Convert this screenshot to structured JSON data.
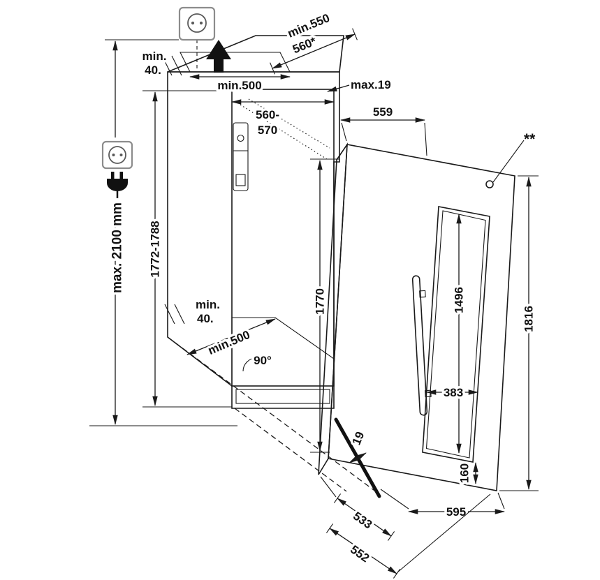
{
  "diagram": {
    "type": "appliance installation dimension drawing",
    "units": "mm",
    "niche": {
      "max_height": "max. 2100 mm",
      "height": "1772-1788",
      "width_line1": "560-",
      "width_line2": "570",
      "depth": "min.550",
      "depth_alt": "560*",
      "top_gap_line1": "min.",
      "top_gap_line2": "40.",
      "vent_width": "min.500",
      "floor_gap_line1": "min.",
      "floor_gap_line2": "40.",
      "floor_depth": "min.500",
      "right_angle": "90°",
      "front_panel_thickness": "max.19"
    },
    "appliance": {
      "height": "1770",
      "door_height": "1816",
      "top_width": "559",
      "door_width": "595",
      "frame_height": "1496",
      "frame_width": "383",
      "frame_bottom_offset": "160",
      "bottom_edge_gap": "19",
      "depth_without_door": "533",
      "depth_with_door": "552",
      "note_marker": "**"
    }
  }
}
